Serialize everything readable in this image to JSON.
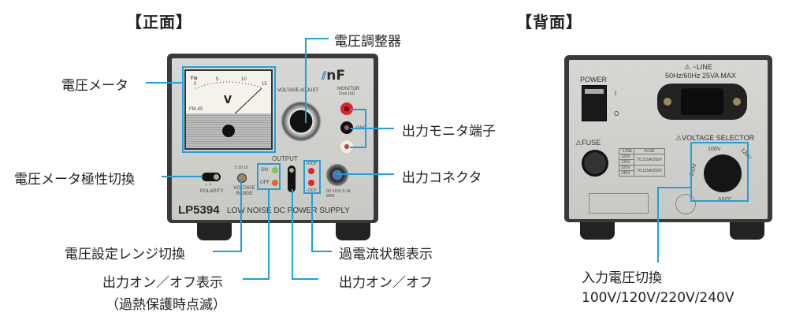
{
  "front": {
    "title": "【正面】",
    "model": "LP5394",
    "subtitle": "LOW NOISE DC POWER SUPPLY",
    "brand": "nF",
    "panel_text": {
      "voltage_adjust": "VOLTAGE ADJUST",
      "monitor": "MONITOR",
      "monitor_sub": "Zout 1kΩ",
      "gnd": "GND",
      "polarity": "POLARITY",
      "polarity_marks": "−  +",
      "voltage_range": "VOLTAGE RANGE",
      "range_marks": "5 10 15",
      "output": "OUTPUT",
      "on": "ON",
      "off": "OFF",
      "plus_ocp": "+OCP",
      "minus_ocp": "−OCP",
      "output_rating": "0V ±15V 0.1A MAX",
      "meter_unit": "V",
      "meter_scale": [
        "0",
        "5",
        "10",
        "15"
      ],
      "meter_model": "FM-45"
    },
    "callouts": {
      "voltage_meter": "電圧メータ",
      "voltage_adjuster": "電圧調整器",
      "monitor_terminal": "出力モニタ端子",
      "output_connector": "出力コネクタ",
      "meter_polarity": "電圧メータ極性切換",
      "range_switch": "電圧設定レンジ切換",
      "overcurrent": "過電流状態表示",
      "onoff_indicator": "出力オン／オフ表示",
      "onoff_indicator_note": "（過熱保護時点滅）",
      "onoff_switch": "出力オン／オフ"
    }
  },
  "rear": {
    "title": "【背面】",
    "panel_text": {
      "power": "POWER",
      "power_on": "I",
      "power_off": "O",
      "line": "⚠ ~LINE",
      "line_rating": "50Hz/60Hz  25VA  MAX",
      "fuse": "⚠FUSE",
      "voltage_selector": "⚠VOLTAGE  SELECTOR",
      "selector_positions": [
        "100V",
        "120V",
        "220V",
        "240V"
      ]
    },
    "fuse_table": {
      "headers": [
        "~LINE",
        "FUSE"
      ],
      "rows": [
        {
          "line": "100V",
          "fuse": "T0.315A/250V"
        },
        {
          "line": "120V",
          "fuse": ""
        },
        {
          "line": "220V",
          "fuse": "T0.125A/250V"
        },
        {
          "line": "240V",
          "fuse": ""
        }
      ]
    },
    "callouts": {
      "input_voltage": "入力電圧切換",
      "input_voltage_values": "100V/120V/220V/240V"
    }
  },
  "colors": {
    "callout_line": "#1ea0dc",
    "led_on": "#7cc84a",
    "led_off": "#e8662a",
    "led_ocp": "#d42a2a"
  }
}
